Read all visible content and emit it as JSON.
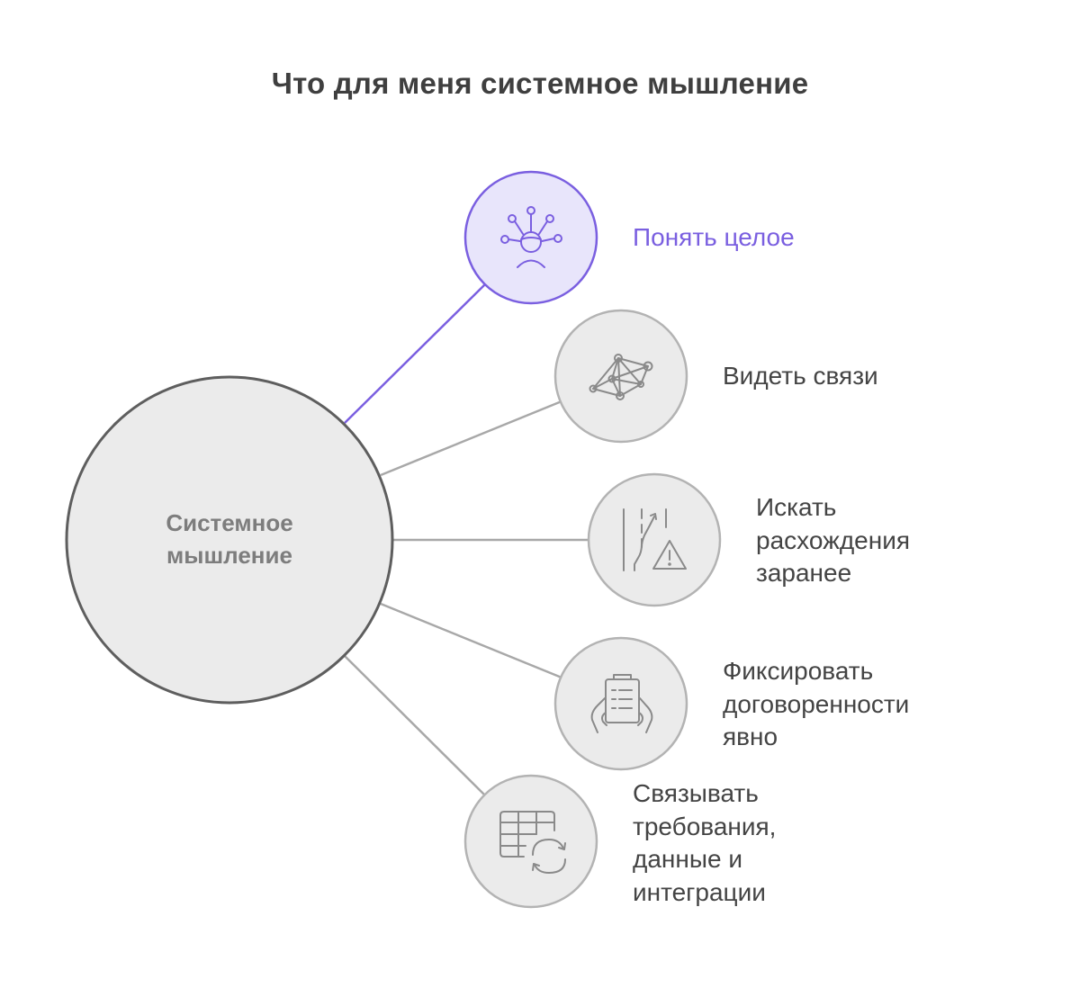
{
  "title": "Что для меня системное мышление",
  "center": {
    "lines": [
      "Системное",
      "мышление"
    ]
  },
  "colors": {
    "accent": "#7a5fe0",
    "accent_fill": "#e8e5fb",
    "node_fill": "#ebebeb",
    "node_stroke": "#b3b3b3",
    "center_stroke": "#5e5e5e",
    "connector": "#a8a8a8",
    "icon_gray": "#8a8a8a"
  },
  "branches": [
    {
      "id": "understand-whole",
      "icon": "person-network-icon",
      "lines": [
        "Понять целое"
      ],
      "active": true
    },
    {
      "id": "see-connections",
      "icon": "network-graph-icon",
      "lines": [
        "Видеть связи"
      ],
      "active": false
    },
    {
      "id": "find-discrepancies",
      "icon": "diverging-path-warning-icon",
      "lines": [
        "Искать",
        "расхождения",
        "заранее"
      ],
      "active": false
    },
    {
      "id": "record-agreements",
      "icon": "clipboard-in-hands-icon",
      "lines": [
        "Фиксировать",
        "договоренности",
        "явно"
      ],
      "active": false
    },
    {
      "id": "link-requirements",
      "icon": "table-sync-icon",
      "lines": [
        "Связывать",
        "требования,",
        "данные и",
        "интеграции"
      ],
      "active": false
    }
  ]
}
